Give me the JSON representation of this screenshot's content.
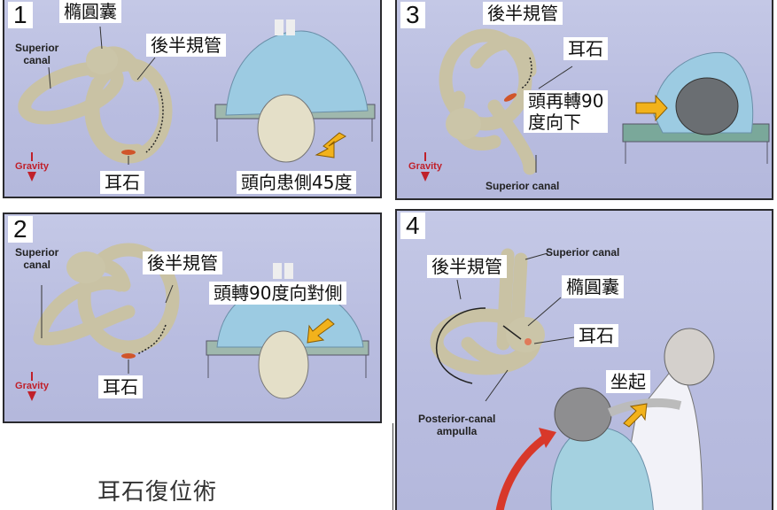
{
  "title": "耳石復位術",
  "panels": [
    {
      "number": "1",
      "labels": {
        "utricle": "橢圓囊",
        "posterior_canal": "後半規管",
        "otolith": "耳石",
        "instruction": "頭向患側45度"
      },
      "english": {
        "superior_canal": "Superior\ncanal",
        "gravity": "Gravity"
      }
    },
    {
      "number": "2",
      "labels": {
        "posterior_canal": "後半規管",
        "otolith": "耳石",
        "instruction": "頭轉90度向對側"
      },
      "english": {
        "superior_canal": "Superior\ncanal",
        "gravity": "Gravity"
      }
    },
    {
      "number": "3",
      "labels": {
        "posterior_canal": "後半規管",
        "otolith": "耳石",
        "instruction": "頭再轉90\n度向下"
      },
      "english": {
        "superior_canal": "Superior canal",
        "gravity": "Gravity"
      }
    },
    {
      "number": "4",
      "labels": {
        "posterior_canal": "後半規管",
        "utricle": "橢圓囊",
        "otolith": "耳石",
        "instruction": "坐起"
      },
      "english": {
        "superior_canal": "Superior canal",
        "ampulla": "Posterior-canal\nampulla"
      }
    }
  ],
  "colors": {
    "panel_bg": "#bcc0e2",
    "canal": "#c9c2a4",
    "gown": "#8fc3dc",
    "arrow_yellow": "#f2b21c",
    "arrow_red": "#d8382a",
    "gravity_red": "#c0202a"
  }
}
